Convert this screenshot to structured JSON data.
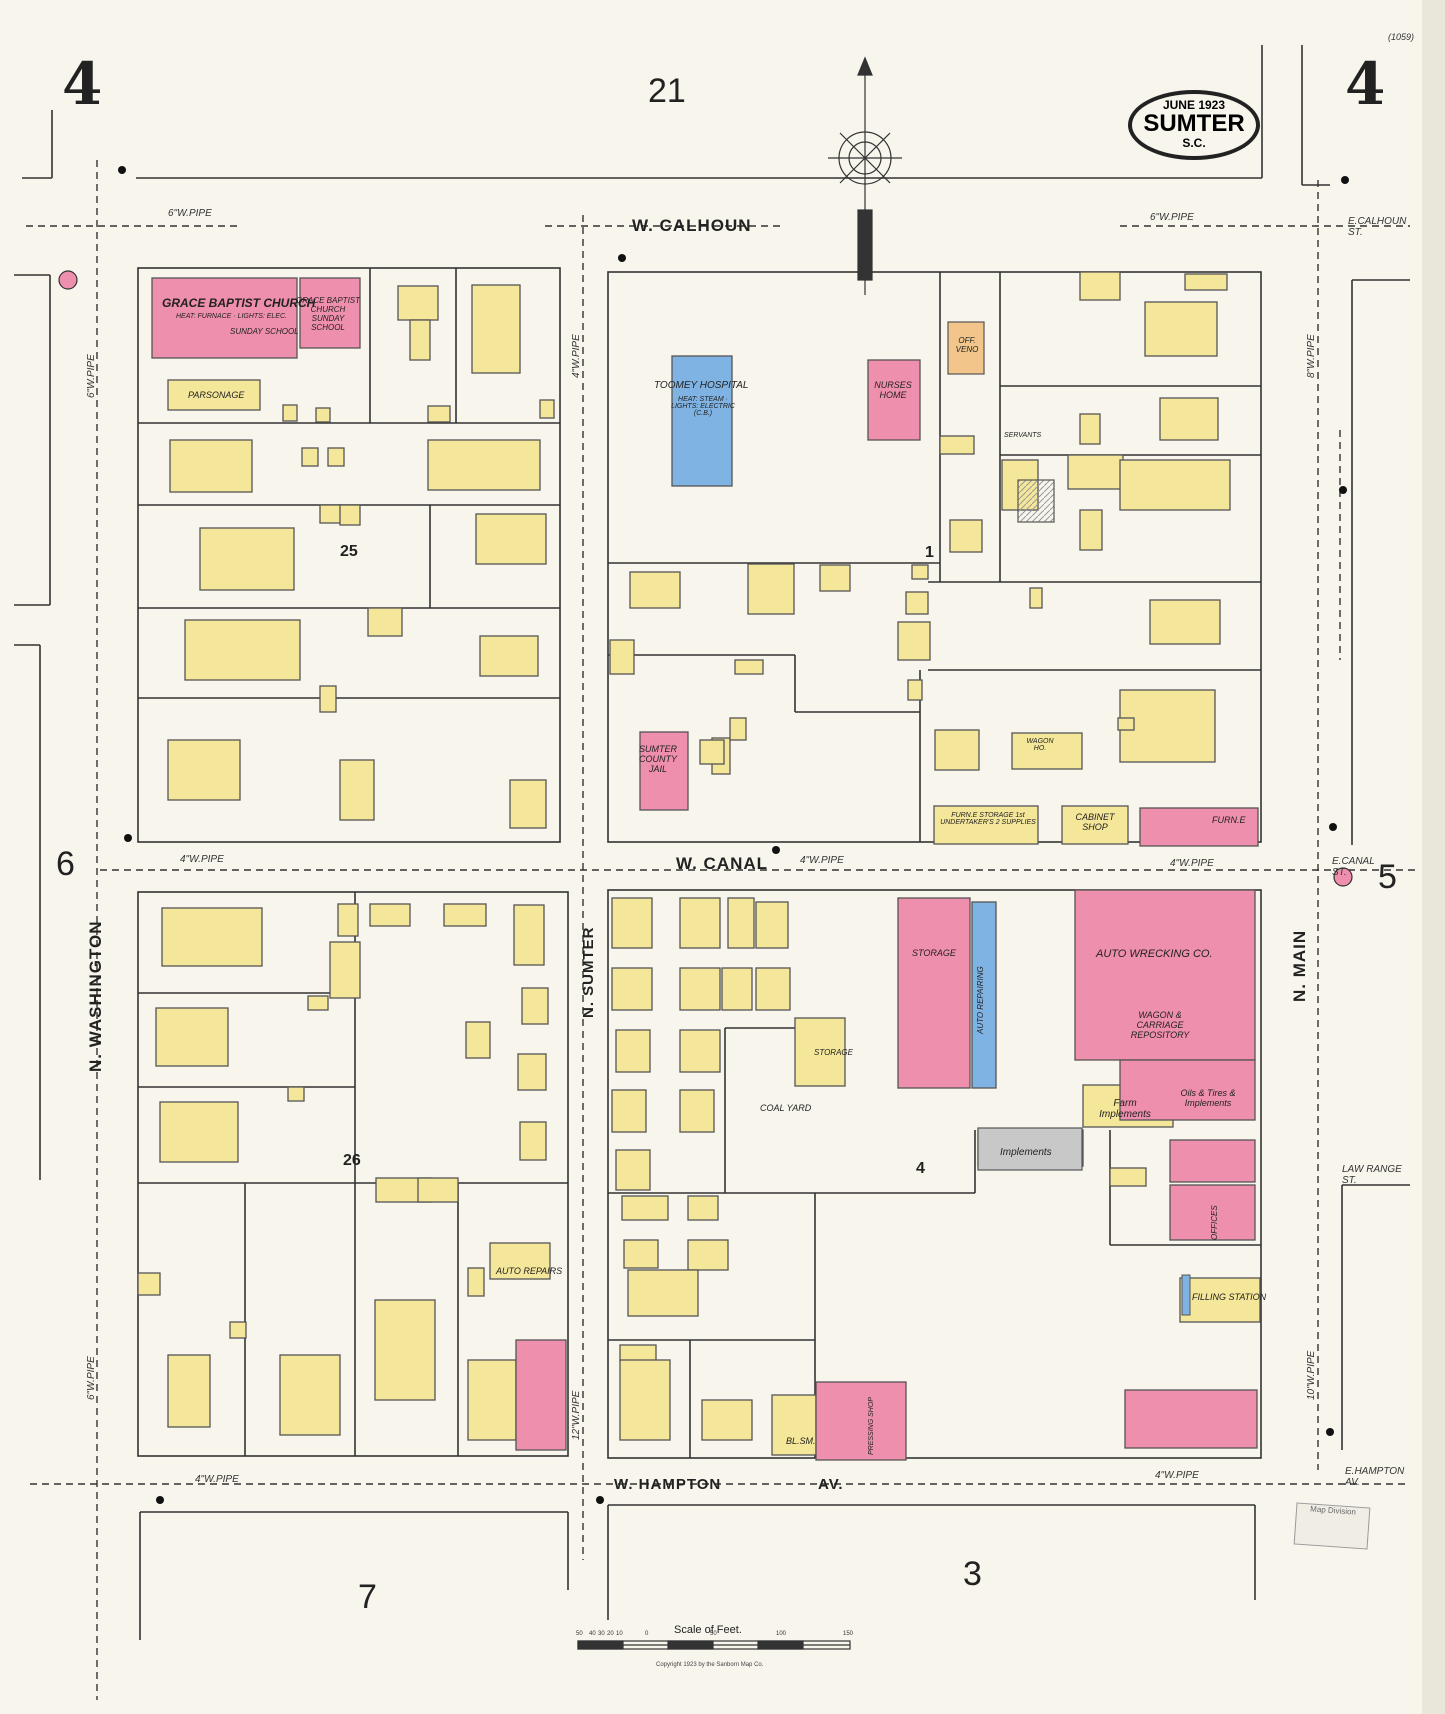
{
  "sheet": {
    "number_left": "4",
    "number_right": "4",
    "catalog_note": "(1059)",
    "title_date": "JUNE 1923",
    "title_city": "SUMTER",
    "title_state": "S.C."
  },
  "adjacent_sheets": {
    "top": "21",
    "left": "6",
    "right": "5",
    "bottom_left": "7",
    "bottom_right": "3"
  },
  "streets": {
    "w_calhoun": "W. CALHOUN",
    "e_calhoun": "E.CALHOUN ST.",
    "w_canal": "W. CANAL",
    "e_canal": "E.CANAL ST.",
    "w_hampton": "W. HAMPTON",
    "hampton_av": "AV.",
    "e_hampton": "E.HAMPTON AV.",
    "n_washington": "N. WASHINGTON",
    "n_sumter": "N. SUMTER",
    "n_main": "N. MAIN",
    "law_range": "LAW RANGE ST."
  },
  "pipes": {
    "calhoun_west": "6\"W.PIPE",
    "calhoun_east": "6\"W.PIPE",
    "canal_west": "4\"W.PIPE",
    "canal_mid": "4\"W.PIPE",
    "canal_east": "4\"W.PIPE",
    "hampton_west": "4\"W.PIPE",
    "hampton_east": "4\"W.PIPE",
    "washington_north": "6\"W.PIPE",
    "washington_south": "6\"W.PIPE",
    "sumter_north": "4\"W.PIPE",
    "sumter_south": "12\"W.PIPE",
    "main_north": "8\"W.PIPE",
    "main_south": "10\"W.PIPE"
  },
  "blocks": {
    "b25": "25",
    "b26": "26",
    "b4": "4",
    "b1": "1"
  },
  "buildings": {
    "church": "GRACE BAPTIST CHURCH",
    "church_note": "HEAT: FURNACE · LIGHTS: ELEC.",
    "sunday_school": "SUNDAY SCHOOL",
    "church_sunday": "GRACE BAPTIST CHURCH SUNDAY SCHOOL",
    "parsonage": "PARSONAGE",
    "hospital": "TOOMEY HOSPITAL",
    "hospital_note": "HEAT: STEAM · LIGHTS: ELECTRIC (C.B.)",
    "nurses": "NURSES HOME",
    "office": "OFF. VENO",
    "jail": "SUMTER COUNTY JAIL",
    "storage": "STORAGE",
    "auto_repairing": "AUTO REPAIRING",
    "auto_wrecking": "AUTO WRECKING CO.",
    "wagon_carriage": "WAGON & CARRIAGE REPOSITORY",
    "farm_implements": "Farm Implements",
    "oils_tires": "Oils & Tires & Implements",
    "implements": "Implements",
    "coal_yard": "COAL YARD",
    "auto_repairs": "AUTO REPAIRS",
    "filling_station": "FILLING STATION",
    "pressing_shop": "PRESSING SHOP",
    "furniture_storage": "FURN.E STORAGE 1st UNDERTAKER'S 2 SUPPLIES",
    "cabinet_shop": "CABINET SHOP",
    "furniture": "FURN.E",
    "wagon_house": "WAGON HO.",
    "bl_sm": "BL.SM.",
    "servants": "SERVANTS",
    "storage2": "STORAGE",
    "offices": "OFFICES"
  },
  "scale": {
    "title": "Scale of Feet.",
    "ticks": [
      "50",
      "40",
      "30",
      "20",
      "10",
      "0",
      "50",
      "100",
      "150"
    ],
    "copyright": "Copyright 1923 by the Sanborn Map Co."
  },
  "stamp": "Map Division",
  "colors": {
    "paper": "#f7f5ec",
    "frame_brick": "#f5e79a",
    "brick": "#ef8fae",
    "stone": "#7fb3e3",
    "line": "#333333"
  }
}
